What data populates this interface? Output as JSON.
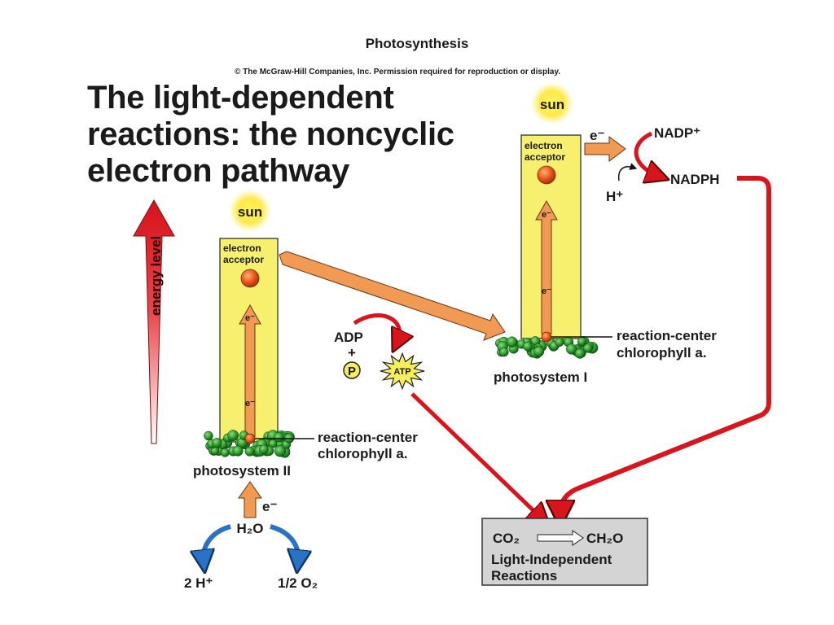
{
  "slide_title": "Photosynthesis",
  "copyright": "© The McGraw-Hill Companies, Inc. Permission required for reproduction or display.",
  "heading": {
    "line1": "The light-dependent",
    "line2": "reactions: the noncyclic",
    "line3": "electron pathway"
  },
  "energy_axis_label": "energy level",
  "photosystem_ii": {
    "sun": "sun",
    "acceptor_line1": "electron",
    "acceptor_line2": "acceptor",
    "electron_top": "e⁻",
    "electron_bottom": "e⁻",
    "rc_line1": "reaction-center",
    "rc_line2": "chlorophyll a.",
    "name": "photosystem II"
  },
  "photosystem_i": {
    "sun": "sun",
    "acceptor_line1": "electron",
    "acceptor_line2": "acceptor",
    "electron_top": "e⁻",
    "electron_bottom": "e⁻",
    "rc_line1": "reaction-center",
    "rc_line2": "chlorophyll a.",
    "name": "photosystem I"
  },
  "water": {
    "electron": "e⁻",
    "molecule": "H₂O",
    "proton_product": "2 H⁺",
    "oxygen_product": "1/2 O₂"
  },
  "atp_synthesis": {
    "adp": "ADP",
    "plus": "+",
    "phosphate": "P",
    "atp": "ATP"
  },
  "nadp_reduction": {
    "electron": "e⁻",
    "nadp": "NADP⁺",
    "proton": "H⁺",
    "nadph": "NADPH"
  },
  "light_independent": {
    "co2": "CO₂",
    "ch2o": "CH₂O",
    "line1": "Light-Independent",
    "line2": "Reactions"
  },
  "colors": {
    "column_yellow": "#f7ef6e",
    "electron_arrow_orange": "#f09a53",
    "red_arrow": "#d8151c",
    "blue_arrow": "#2a72c6",
    "chlorophyll_green": "#2f9a2f",
    "box_gray": "#d4d4d4"
  }
}
